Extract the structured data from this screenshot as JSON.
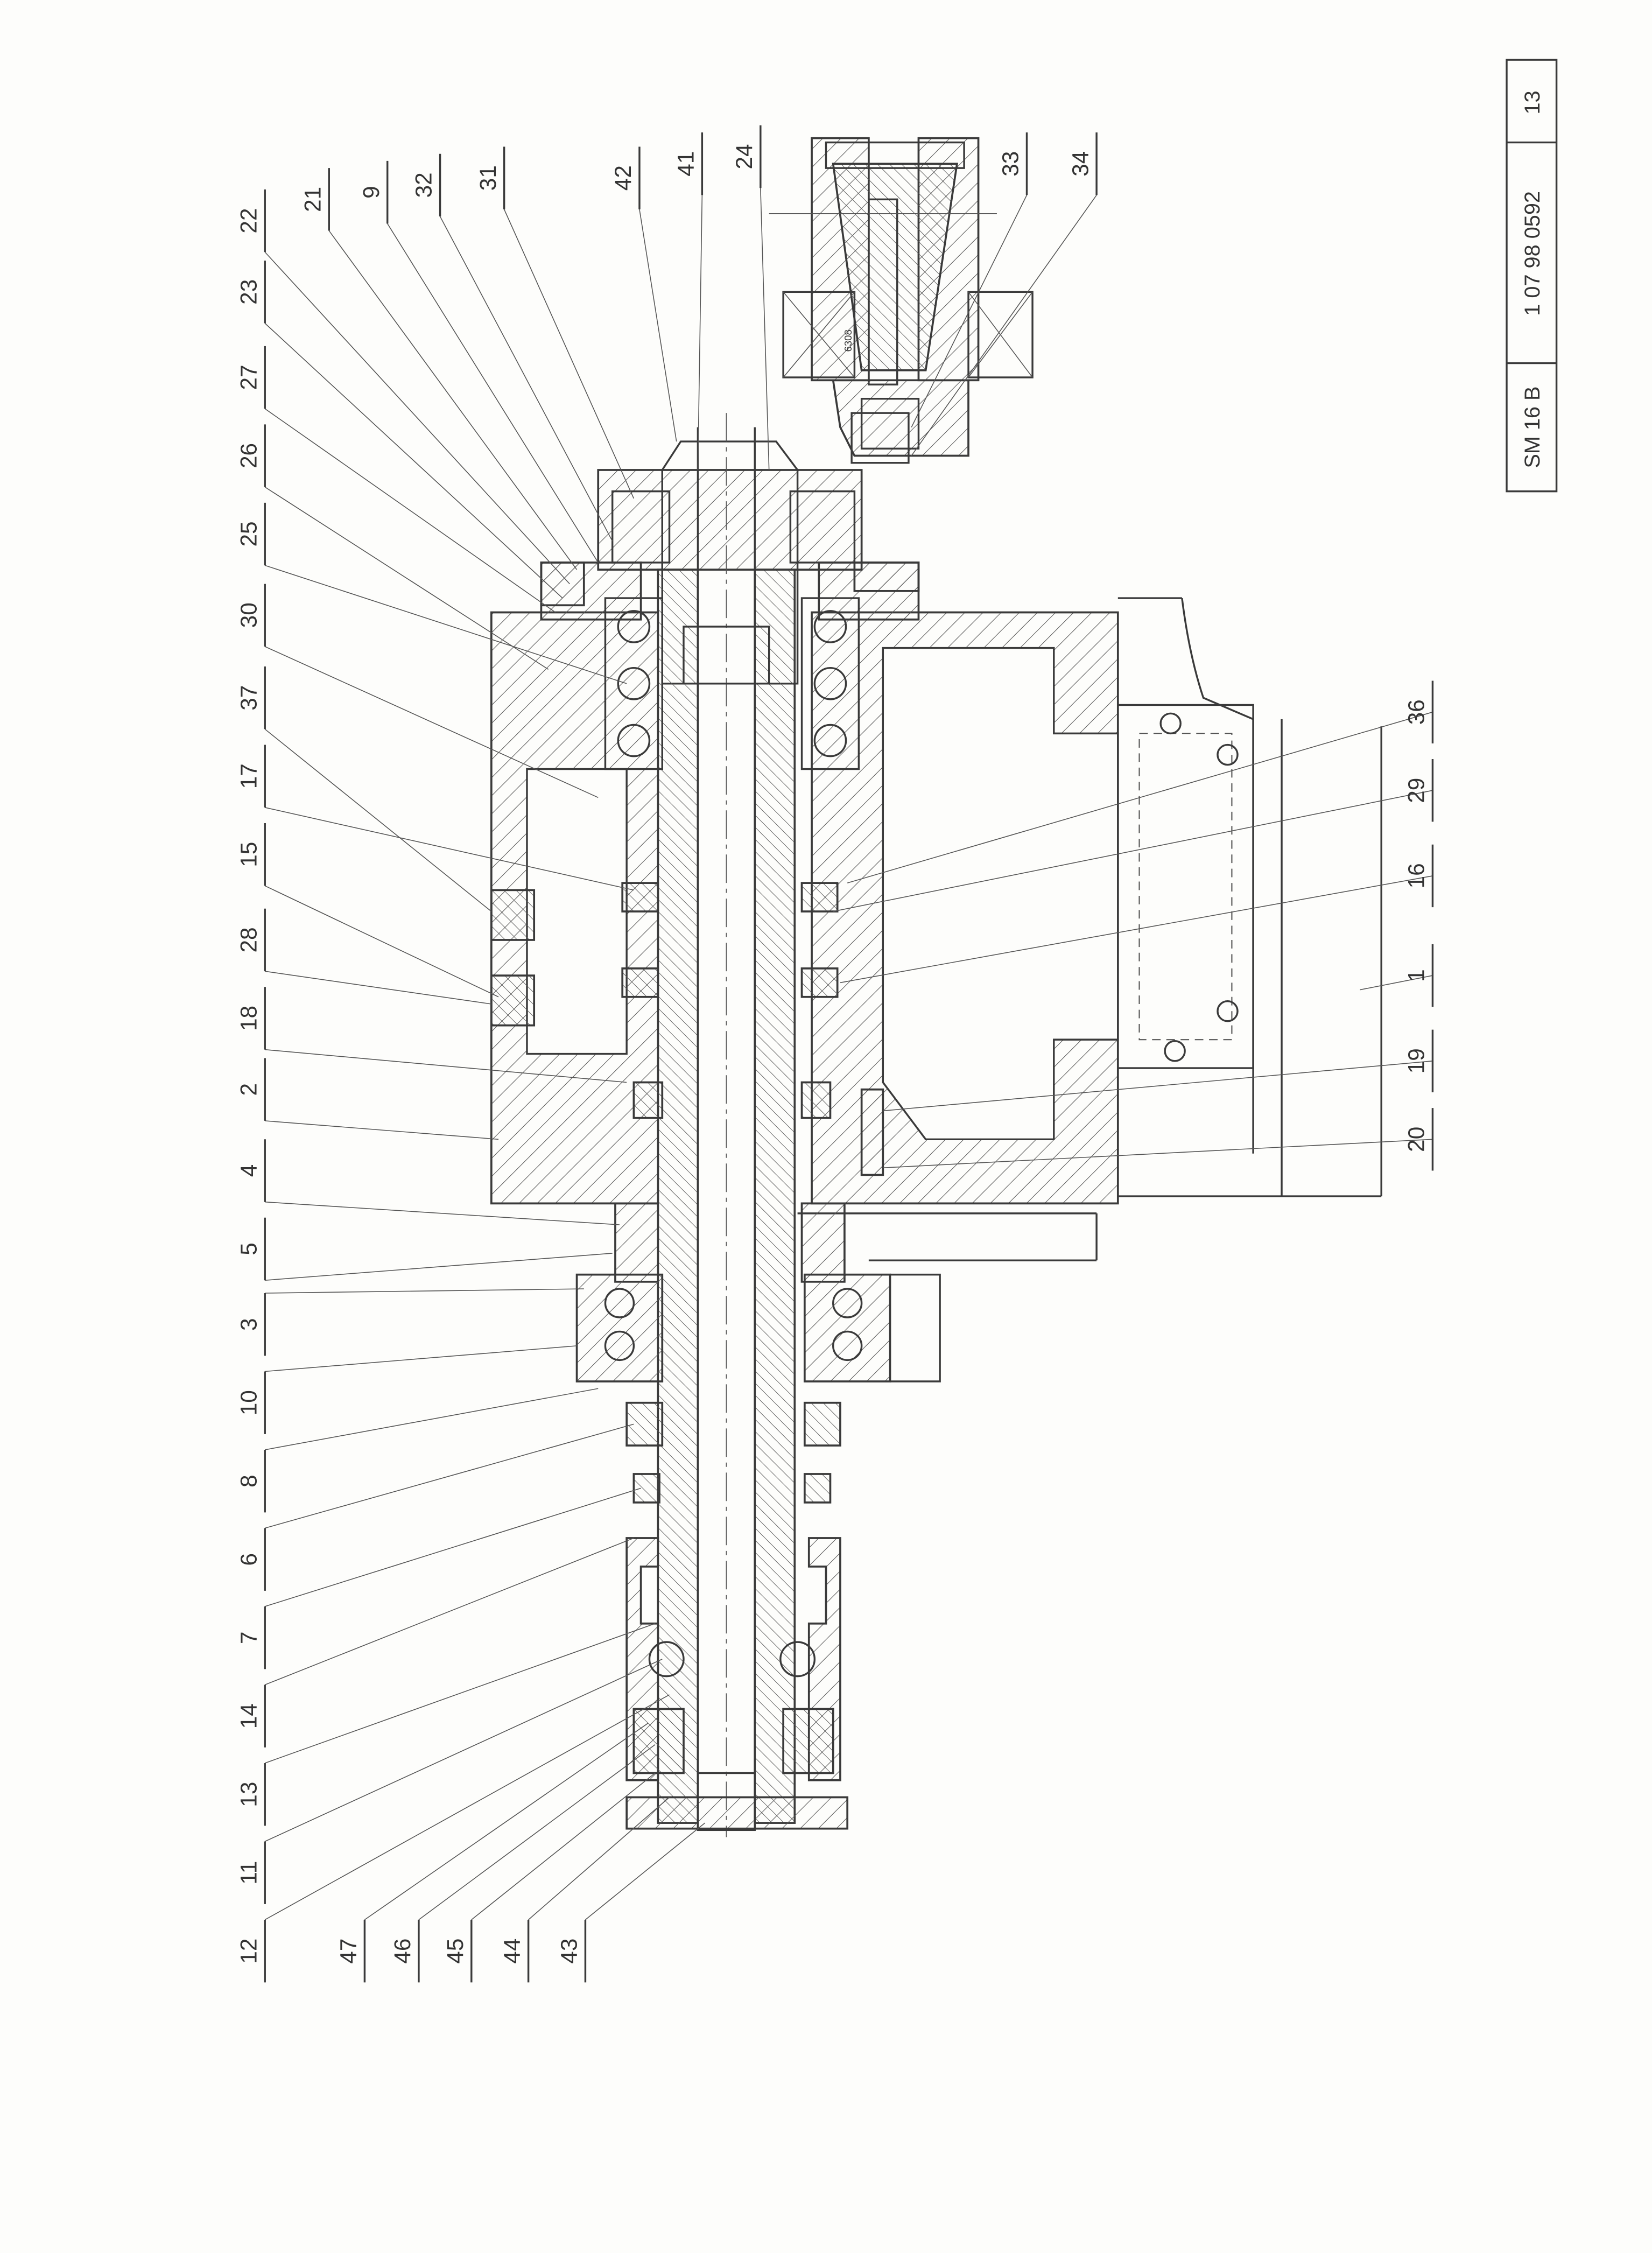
{
  "title_block": {
    "machine": "SM 16 B",
    "drawing_number": "1 07 98 0592",
    "sheet": "13"
  },
  "detail": {
    "bearing_code": "6308"
  },
  "part_labels": [
    "22",
    "23",
    "27",
    "26",
    "25",
    "30",
    "37",
    "17",
    "15",
    "28",
    "18",
    "2",
    "4",
    "5",
    "3",
    "10",
    "8",
    "6",
    "7",
    "14",
    "13",
    "11",
    "12",
    "21",
    "9",
    "32",
    "31",
    "42",
    "41",
    "24",
    "33",
    "34",
    "47",
    "46",
    "45",
    "44",
    "43",
    "36",
    "29",
    "16",
    "1",
    "19",
    "20"
  ],
  "colors": {
    "ink": "#3a3a3a",
    "paper": "#fdfdfb"
  }
}
